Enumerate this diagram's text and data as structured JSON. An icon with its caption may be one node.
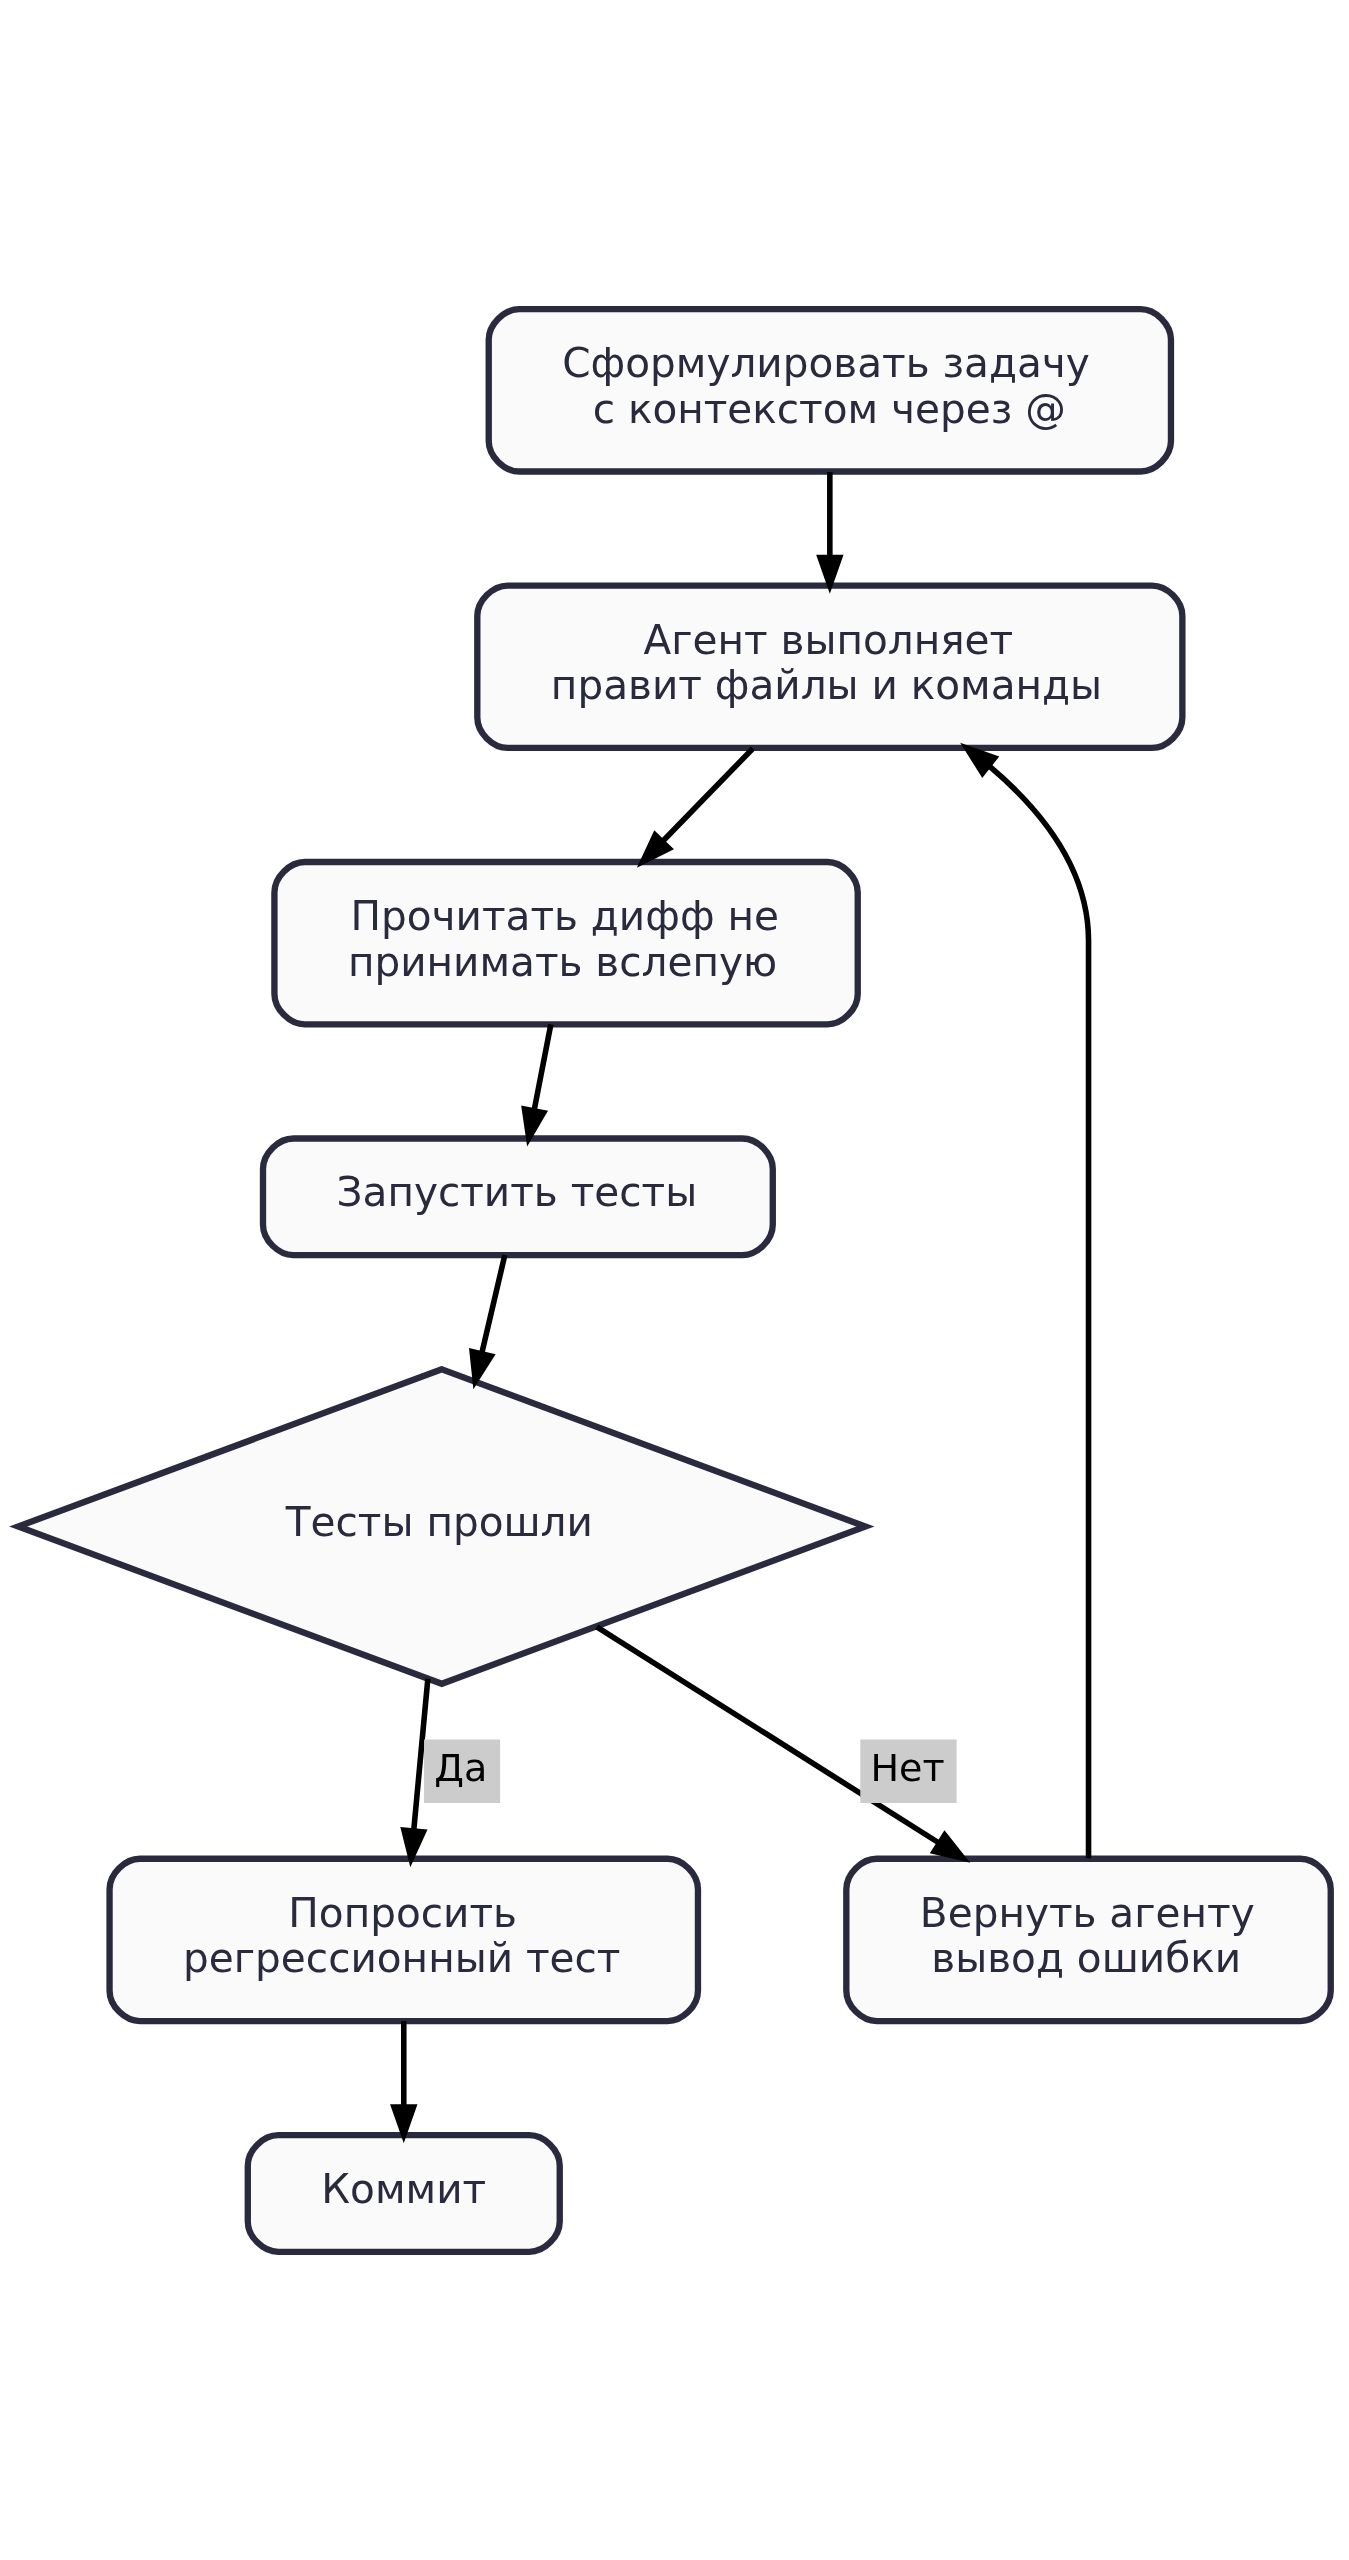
{
  "diagram": {
    "nodes": [
      {
        "text": [
          "Сформулировать задачу с контекстом через @"
        ]
      },
      {
        "text": [
          "Агент выполняет правит файлы и команды"
        ]
      },
      {
        "text": [
          "Прочитать дифф не принимать вслепую"
        ]
      },
      {
        "text": [
          "Запустить тесты"
        ]
      },
      {
        "text": [
          "Тесты прошли"
        ]
      },
      {
        "text": [
          "Вернуть агенту вывод ошибки"
        ]
      },
      {
        "text": [
          "Попросить регрессионный тест"
        ]
      },
      {
        "text": [
          "Коммит"
        ]
      }
    ],
    "edges": [
      {
        "from": 0,
        "to": 1,
        "arrow": "to"
      },
      {
        "from": 1,
        "to": 2,
        "arrow": "to"
      },
      {
        "from": 2,
        "to": 3,
        "arrow": "to"
      },
      {
        "from": 3,
        "to": 4,
        "arrow": "to"
      },
      {
        "from": 4,
        "to": 5,
        "arrow": "to",
        "label": "Нет"
      },
      {
        "from": 4,
        "to": 6,
        "arrow": "to",
        "label": "Да"
      },
      {
        "from": 5,
        "to": 1,
        "arrow": "to"
      },
      {
        "from": 6,
        "to": 7,
        "arrow": "to"
      }
    ]
  }
}
